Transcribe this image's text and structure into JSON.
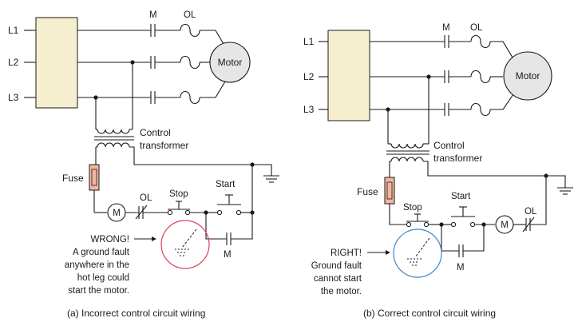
{
  "diagram_a": {
    "lines": [
      "L1",
      "L2",
      "L3"
    ],
    "contact_label": "M",
    "overload_label": "OL",
    "motor_label": "Motor",
    "transformer_label": [
      "Control",
      "transformer"
    ],
    "fuse_label": "Fuse",
    "coil_label": "M",
    "ol_contact_label": "OL",
    "stop_label": "Stop",
    "start_label": "Start",
    "aux_contact_label": "M",
    "note": [
      "WRONG!",
      "A ground fault",
      "anywhere in the",
      "hot leg could",
      "start the motor."
    ],
    "caption": "(a) Incorrect control circuit wiring",
    "circle_color": "#d9405a"
  },
  "diagram_b": {
    "lines": [
      "L1",
      "L2",
      "L3"
    ],
    "contact_label": "M",
    "overload_label": "OL",
    "motor_label": "Motor",
    "transformer_label": [
      "Control",
      "transformer"
    ],
    "fuse_label": "Fuse",
    "coil_label": "M",
    "ol_contact_label": "OL",
    "stop_label": "Stop",
    "start_label": "Start",
    "aux_contact_label": "M",
    "note": [
      "RIGHT!",
      "Ground fault",
      "cannot start",
      "the motor."
    ],
    "caption": "(b) Correct control circuit wiring",
    "circle_color": "#3a86c8"
  },
  "colors": {
    "box_fill": "#f6efcf",
    "fuse_fill": "#f2b6a0",
    "motor_fill": "#e6e6e6"
  }
}
